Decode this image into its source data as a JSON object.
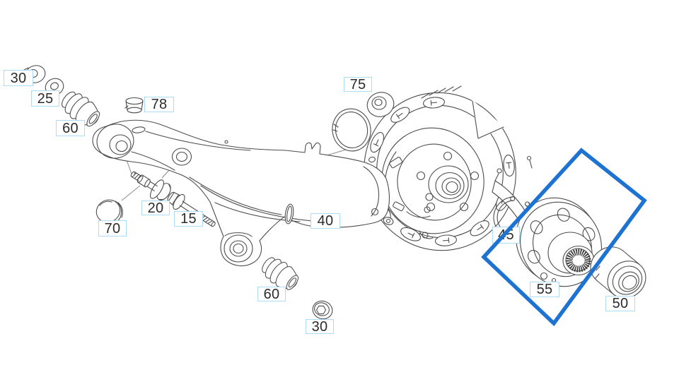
{
  "diagram": {
    "background": "#ffffff",
    "line_color": "#4d4d4d",
    "label_style": {
      "border_color": "#abdcf3",
      "text_color": "#2b2b2b"
    },
    "highlight": {
      "color": "#1e73d2",
      "shape": "rotated-rectangle",
      "encloses_part_label": "55"
    },
    "labels": [
      {
        "text": "30",
        "part": "flange-nut"
      },
      {
        "text": "25",
        "part": "washer"
      },
      {
        "text": "60",
        "part": "rubber-bushing"
      },
      {
        "text": "78",
        "part": "plug-cap"
      },
      {
        "text": "20",
        "part": "flange-bolt"
      },
      {
        "text": "70",
        "part": "cover-cap"
      },
      {
        "text": "15",
        "part": "hex-bolt"
      },
      {
        "text": "40",
        "part": "trailing-arm"
      },
      {
        "text": "75",
        "part": "sealing-ring"
      },
      {
        "text": "45",
        "part": "snap-ring"
      },
      {
        "text": "55",
        "part": "wheel-hub"
      },
      {
        "text": "50",
        "part": "wheel-bearing"
      },
      {
        "text": "60",
        "part": "rubber-bushing"
      },
      {
        "text": "30",
        "part": "flange-nut"
      }
    ]
  }
}
